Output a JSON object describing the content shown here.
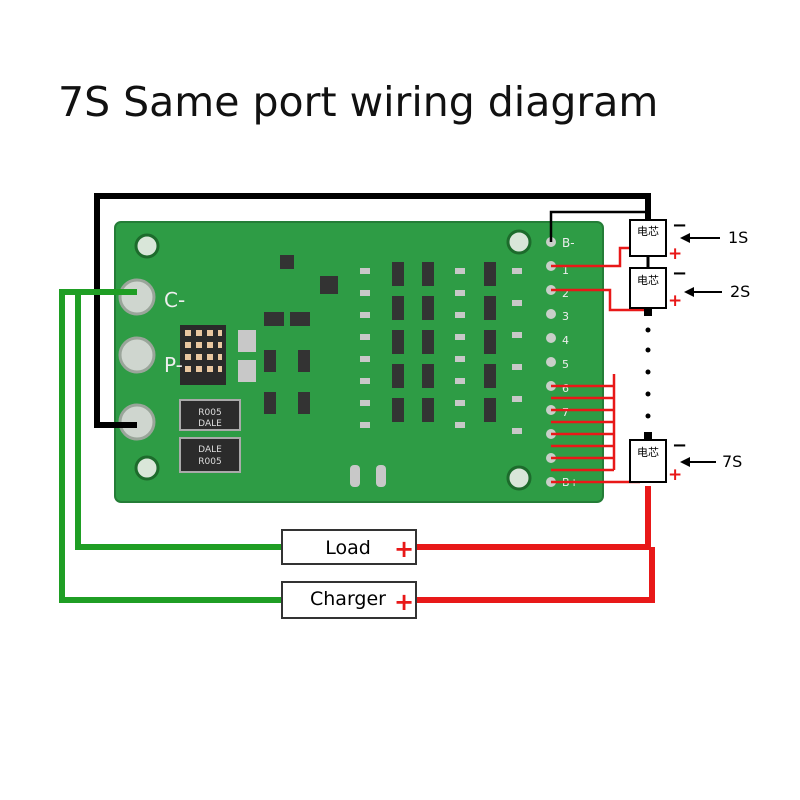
{
  "title": "7S Same port wiring diagram",
  "board": {
    "pad_labels": {
      "c_minus": "C-",
      "p_minus": "P-",
      "b_minus_side": "B-"
    },
    "resistor_1": "R005",
    "resistor_1_brand": "DALE",
    "resistor_2_brand": "DALE",
    "resistor_2": "R005",
    "header_labels": [
      "B-",
      "1",
      "2",
      "3",
      "4",
      "5",
      "6",
      "7",
      "B+"
    ]
  },
  "cells": [
    {
      "label": "电芯",
      "series_label": "1S",
      "minus": "−",
      "plus": "+"
    },
    {
      "label": "电芯",
      "series_label": "2S",
      "minus": "−",
      "plus": "+"
    },
    {
      "label": "电芯",
      "series_label": "7S",
      "minus": "−",
      "plus": "+"
    }
  ],
  "boxes": {
    "load": {
      "label": "Load",
      "plus": "+"
    },
    "charger": {
      "label": "Charger",
      "plus": "+"
    }
  },
  "colors": {
    "pcb": "#2e9c45",
    "negative_wire": "#000000",
    "positive_wire": "#e81818",
    "green_wire": "#1f9e24",
    "balance_wire": "#e81818"
  }
}
